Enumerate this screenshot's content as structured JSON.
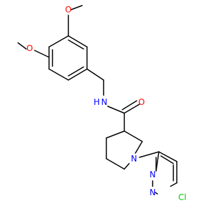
{
  "colors": {
    "carbon": "#000000",
    "oxygen": "#ff0000",
    "nitrogen": "#0000ff",
    "chlorine": "#00cc00"
  },
  "atoms": {
    "o_methoxy_top": {
      "text": "O",
      "element": "oxygen"
    },
    "o_methoxy_left": {
      "text": "O",
      "element": "oxygen"
    },
    "n_amide": {
      "text": "N",
      "element": "nitrogen"
    },
    "h_amide": {
      "text": "H",
      "element": "nitrogen"
    },
    "o_carbonyl": {
      "text": "O",
      "element": "oxygen"
    },
    "n_piperidine": {
      "text": "N",
      "element": "nitrogen"
    },
    "n_pyridazine_a": {
      "text": "N",
      "element": "nitrogen"
    },
    "n_pyridazine_b": {
      "text": "N",
      "element": "nitrogen"
    },
    "cl": {
      "text": "Cl",
      "element": "chlorine"
    }
  }
}
